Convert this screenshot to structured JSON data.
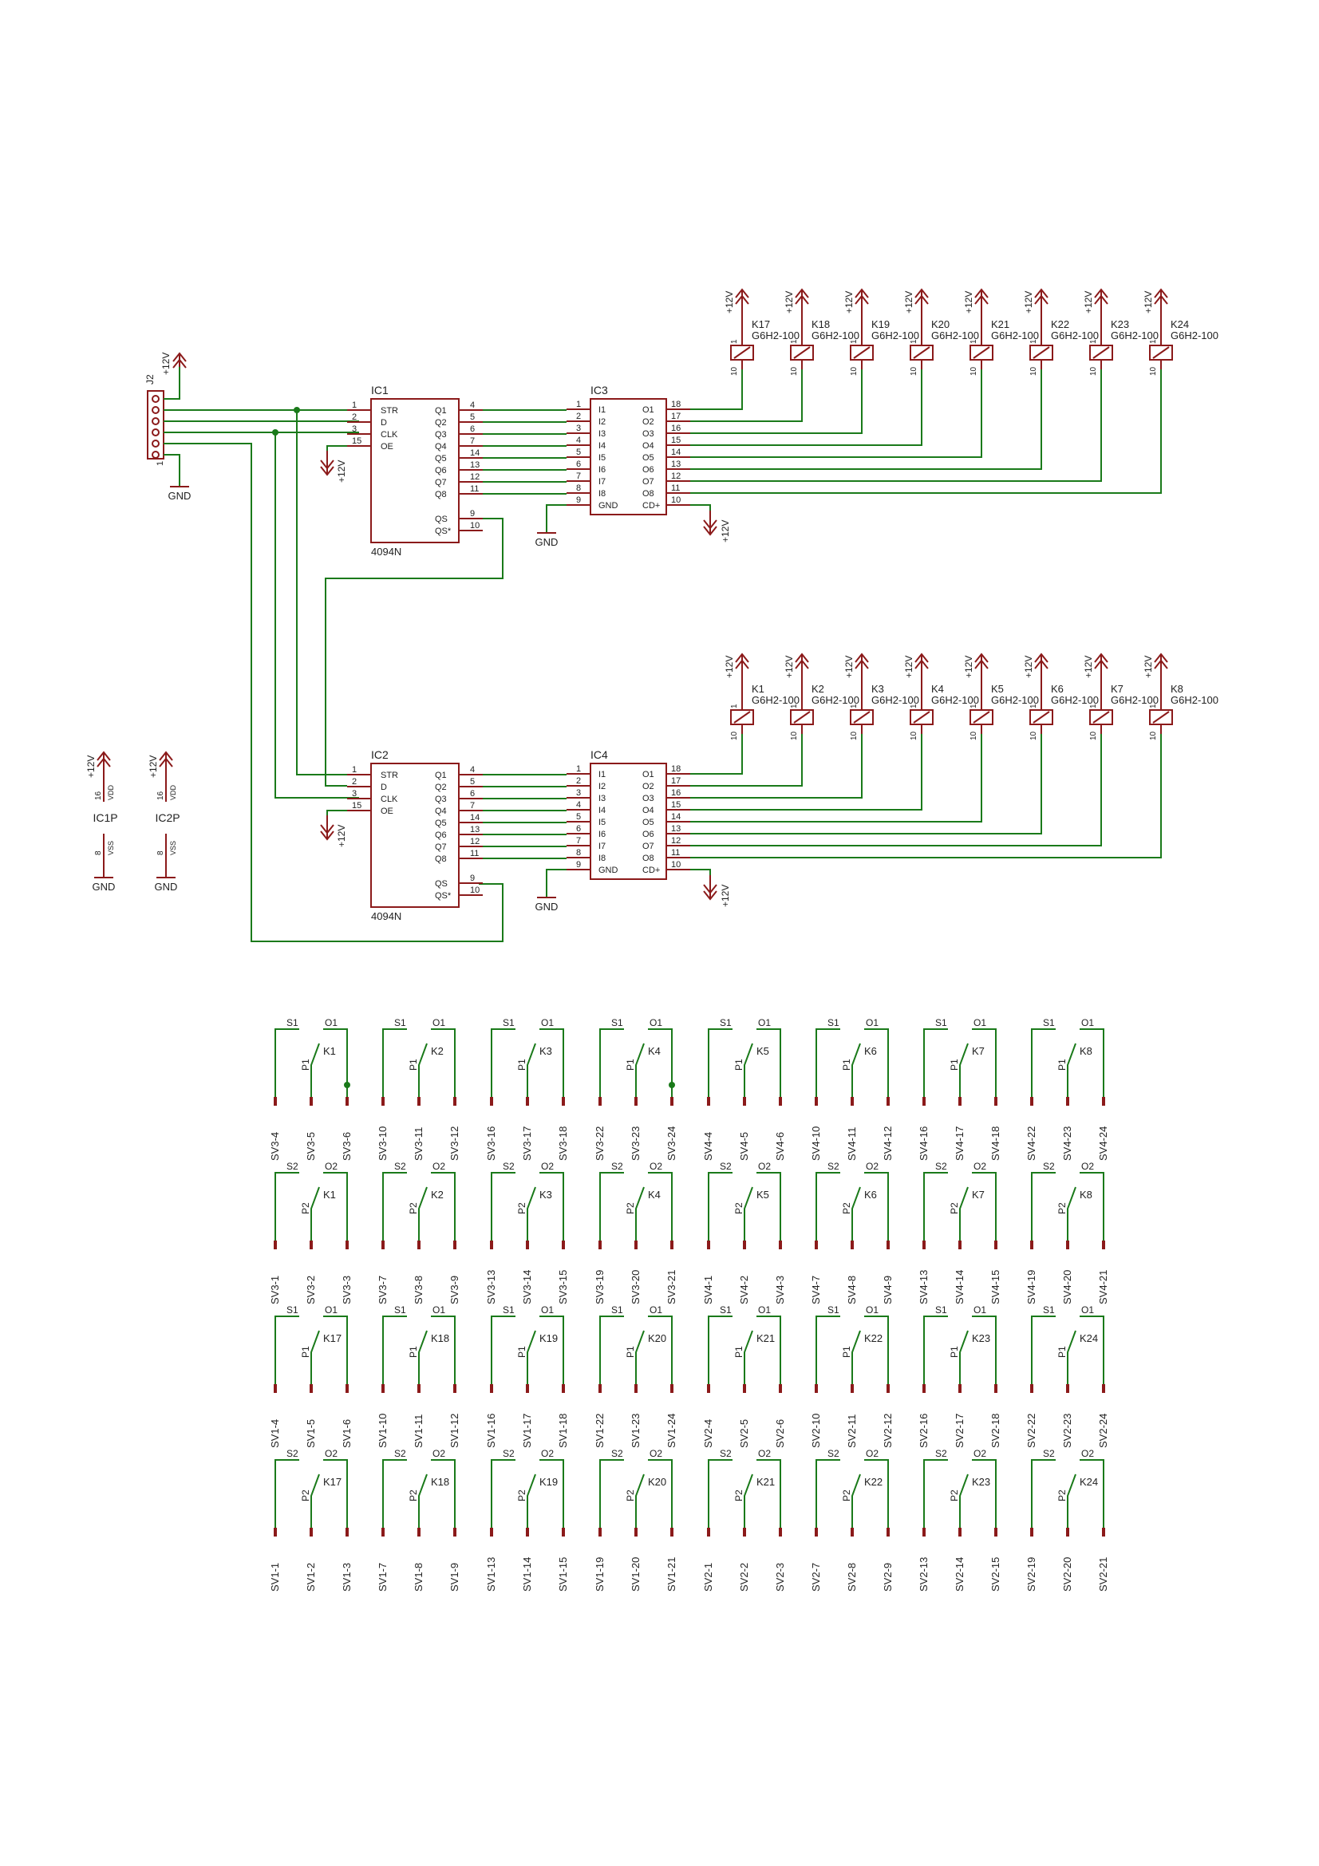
{
  "colors": {
    "wire": "#1a7a1a",
    "symbol": "#8b1a1a",
    "text": "#222222",
    "background": "#ffffff"
  },
  "power": {
    "supply": "+12V",
    "ground": "GND"
  },
  "connector": {
    "name": "J2",
    "pin1": "1"
  },
  "shift_registers": [
    {
      "name": "IC1",
      "part": "4094N",
      "left_pins": [
        {
          "num": "1",
          "name": "STR"
        },
        {
          "num": "2",
          "name": "D"
        },
        {
          "num": "3",
          "name": "CLK"
        },
        {
          "num": "15",
          "name": "OE"
        }
      ],
      "right_pins": [
        {
          "num": "4",
          "name": "Q1"
        },
        {
          "num": "5",
          "name": "Q2"
        },
        {
          "num": "6",
          "name": "Q3"
        },
        {
          "num": "7",
          "name": "Q4"
        },
        {
          "num": "14",
          "name": "Q5"
        },
        {
          "num": "13",
          "name": "Q6"
        },
        {
          "num": "12",
          "name": "Q7"
        },
        {
          "num": "11",
          "name": "Q8"
        }
      ],
      "serial_pins": [
        {
          "num": "9",
          "name": "QS"
        },
        {
          "num": "10",
          "name": "QS*"
        }
      ]
    },
    {
      "name": "IC2",
      "part": "4094N",
      "left_pins": [
        {
          "num": "1",
          "name": "STR"
        },
        {
          "num": "2",
          "name": "D"
        },
        {
          "num": "3",
          "name": "CLK"
        },
        {
          "num": "15",
          "name": "OE"
        }
      ],
      "right_pins": [
        {
          "num": "4",
          "name": "Q1"
        },
        {
          "num": "5",
          "name": "Q2"
        },
        {
          "num": "6",
          "name": "Q3"
        },
        {
          "num": "7",
          "name": "Q4"
        },
        {
          "num": "14",
          "name": "Q5"
        },
        {
          "num": "13",
          "name": "Q6"
        },
        {
          "num": "12",
          "name": "Q7"
        },
        {
          "num": "11",
          "name": "Q8"
        }
      ],
      "serial_pins": [
        {
          "num": "9",
          "name": "QS"
        },
        {
          "num": "10",
          "name": "QS*"
        }
      ]
    }
  ],
  "drivers": [
    {
      "name": "IC3",
      "in_pins": [
        {
          "num": "1",
          "name": "I1"
        },
        {
          "num": "2",
          "name": "I2"
        },
        {
          "num": "3",
          "name": "I3"
        },
        {
          "num": "4",
          "name": "I4"
        },
        {
          "num": "5",
          "name": "I5"
        },
        {
          "num": "6",
          "name": "I6"
        },
        {
          "num": "7",
          "name": "I7"
        },
        {
          "num": "8",
          "name": "I8"
        },
        {
          "num": "9",
          "name": "GND"
        }
      ],
      "out_pins": [
        {
          "num": "18",
          "name": "O1"
        },
        {
          "num": "17",
          "name": "O2"
        },
        {
          "num": "16",
          "name": "O3"
        },
        {
          "num": "15",
          "name": "O4"
        },
        {
          "num": "14",
          "name": "O5"
        },
        {
          "num": "13",
          "name": "O6"
        },
        {
          "num": "12",
          "name": "O7"
        },
        {
          "num": "11",
          "name": "O8"
        },
        {
          "num": "10",
          "name": "CD+"
        }
      ]
    },
    {
      "name": "IC4",
      "in_pins": [
        {
          "num": "1",
          "name": "I1"
        },
        {
          "num": "2",
          "name": "I2"
        },
        {
          "num": "3",
          "name": "I3"
        },
        {
          "num": "4",
          "name": "I4"
        },
        {
          "num": "5",
          "name": "I5"
        },
        {
          "num": "6",
          "name": "I6"
        },
        {
          "num": "7",
          "name": "I7"
        },
        {
          "num": "8",
          "name": "I8"
        },
        {
          "num": "9",
          "name": "GND"
        }
      ],
      "out_pins": [
        {
          "num": "18",
          "name": "O1"
        },
        {
          "num": "17",
          "name": "O2"
        },
        {
          "num": "16",
          "name": "O3"
        },
        {
          "num": "15",
          "name": "O4"
        },
        {
          "num": "14",
          "name": "O5"
        },
        {
          "num": "13",
          "name": "O6"
        },
        {
          "num": "12",
          "name": "O7"
        },
        {
          "num": "11",
          "name": "O8"
        },
        {
          "num": "10",
          "name": "CD+"
        }
      ]
    }
  ],
  "relay_rows": [
    {
      "part": "G6H2-100",
      "coil_pin_top": "1",
      "coil_pin_bottom": "10",
      "relays": [
        "K17",
        "K18",
        "K19",
        "K20",
        "K21",
        "K22",
        "K23",
        "K24"
      ]
    },
    {
      "part": "G6H2-100",
      "coil_pin_top": "1",
      "coil_pin_bottom": "10",
      "relays": [
        "K1",
        "K2",
        "K3",
        "K4",
        "K5",
        "K6",
        "K7",
        "K8"
      ]
    }
  ],
  "power_pins": [
    {
      "name": "IC1P",
      "vdd_pin": "16",
      "vdd": "VDD",
      "vss_pin": "8",
      "vss": "VSS"
    },
    {
      "name": "IC2P",
      "vdd_pin": "16",
      "vdd": "VDD",
      "vss_pin": "8",
      "vss": "VSS"
    }
  ],
  "contact_rows": [
    {
      "s": "S1",
      "o": "O1",
      "p": "P1",
      "relays": [
        "K1",
        "K2",
        "K3",
        "K4",
        "K5",
        "K6",
        "K7",
        "K8"
      ],
      "pins": [
        [
          "SV3-4",
          "SV3-5",
          "SV3-6"
        ],
        [
          "SV3-10",
          "SV3-11",
          "SV3-12"
        ],
        [
          "SV3-16",
          "SV3-17",
          "SV3-18"
        ],
        [
          "SV3-22",
          "SV3-23",
          "SV3-24"
        ],
        [
          "SV4-4",
          "SV4-5",
          "SV4-6"
        ],
        [
          "SV4-10",
          "SV4-11",
          "SV4-12"
        ],
        [
          "SV4-16",
          "SV4-17",
          "SV4-18"
        ],
        [
          "SV4-22",
          "SV4-23",
          "SV4-24"
        ]
      ]
    },
    {
      "s": "S2",
      "o": "O2",
      "p": "P2",
      "relays": [
        "K1",
        "K2",
        "K3",
        "K4",
        "K5",
        "K6",
        "K7",
        "K8"
      ],
      "pins": [
        [
          "SV3-1",
          "SV3-2",
          "SV3-3"
        ],
        [
          "SV3-7",
          "SV3-8",
          "SV3-9"
        ],
        [
          "SV3-13",
          "SV3-14",
          "SV3-15"
        ],
        [
          "SV3-19",
          "SV3-20",
          "SV3-21"
        ],
        [
          "SV4-1",
          "SV4-2",
          "SV4-3"
        ],
        [
          "SV4-7",
          "SV4-8",
          "SV4-9"
        ],
        [
          "SV4-13",
          "SV4-14",
          "SV4-15"
        ],
        [
          "SV4-19",
          "SV4-20",
          "SV4-21"
        ]
      ]
    },
    {
      "s": "S1",
      "o": "O1",
      "p": "P1",
      "relays": [
        "K17",
        "K18",
        "K19",
        "K20",
        "K21",
        "K22",
        "K23",
        "K24"
      ],
      "pins": [
        [
          "SV1-4",
          "SV1-5",
          "SV1-6"
        ],
        [
          "SV1-10",
          "SV1-11",
          "SV1-12"
        ],
        [
          "SV1-16",
          "SV1-17",
          "SV1-18"
        ],
        [
          "SV1-22",
          "SV1-23",
          "SV1-24"
        ],
        [
          "SV2-4",
          "SV2-5",
          "SV2-6"
        ],
        [
          "SV2-10",
          "SV2-11",
          "SV2-12"
        ],
        [
          "SV2-16",
          "SV2-17",
          "SV2-18"
        ],
        [
          "SV2-22",
          "SV2-23",
          "SV2-24"
        ]
      ]
    },
    {
      "s": "S2",
      "o": "O2",
      "p": "P2",
      "relays": [
        "K17",
        "K18",
        "K19",
        "K20",
        "K21",
        "K22",
        "K23",
        "K24"
      ],
      "pins": [
        [
          "SV1-1",
          "SV1-2",
          "SV1-3"
        ],
        [
          "SV1-7",
          "SV1-8",
          "SV1-9"
        ],
        [
          "SV1-13",
          "SV1-14",
          "SV1-15"
        ],
        [
          "SV1-19",
          "SV1-20",
          "SV1-21"
        ],
        [
          "SV2-1",
          "SV2-2",
          "SV2-3"
        ],
        [
          "SV2-7",
          "SV2-8",
          "SV2-9"
        ],
        [
          "SV2-13",
          "SV2-14",
          "SV2-15"
        ],
        [
          "SV2-19",
          "SV2-20",
          "SV2-21"
        ]
      ]
    }
  ]
}
